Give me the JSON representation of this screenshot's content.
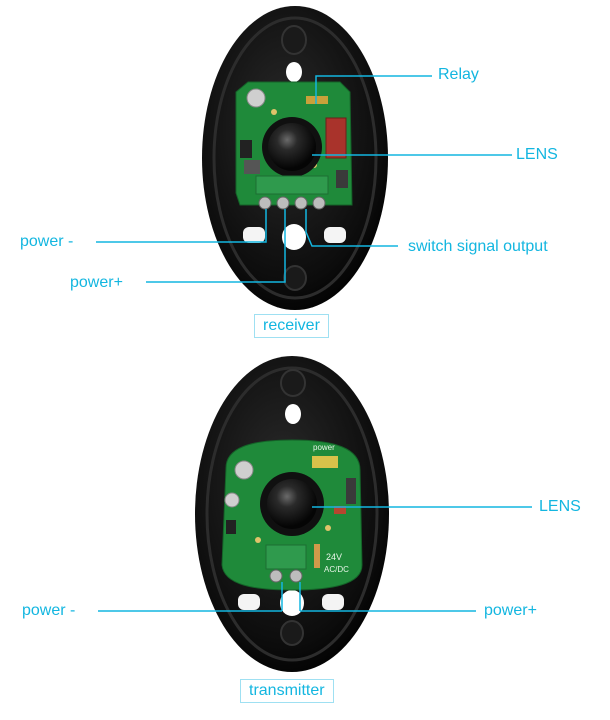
{
  "receiver": {
    "caption": "receiver",
    "labels": {
      "relay": "Relay",
      "lens": "LENS",
      "power_minus": "power -",
      "switch_signal_output": "switch signal output",
      "power_plus": "power+"
    }
  },
  "transmitter": {
    "caption": "transmitter",
    "labels": {
      "lens": "LENS",
      "power_minus": "power -",
      "power_plus": "power+"
    },
    "pcb_text": {
      "power": "power",
      "voltage": "24V",
      "acdc": "AC/DC"
    }
  },
  "colors": {
    "annotation": "#13b6e0",
    "housing": "#0b0b0b",
    "pcb": "#1f8a3a"
  }
}
